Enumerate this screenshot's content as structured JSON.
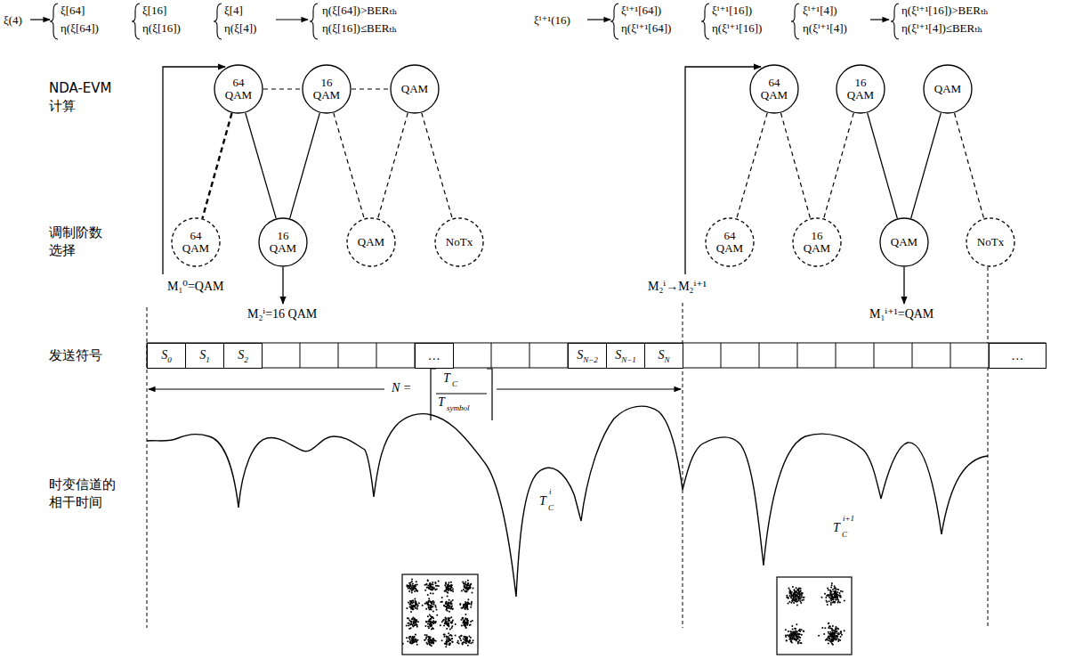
{
  "diagram": {
    "nodes": [
      {
        "text": [
          "64 QAM"
        ]
      },
      {
        "text": [
          "16 QAM"
        ]
      },
      {
        "text": [
          "QAM"
        ]
      },
      {
        "text": [
          "64 QAM"
        ]
      },
      {
        "text": [
          "16 QAM"
        ]
      },
      {
        "text": [
          "QAM"
        ]
      },
      {
        "text": [
          "NoTx"
        ]
      },
      {
        "text": [
          "64 QAM"
        ]
      },
      {
        "text": [
          "16 QAM"
        ]
      },
      {
        "text": [
          "QAM"
        ]
      },
      {
        "text": [
          "64 QAM"
        ]
      },
      {
        "text": [
          "16 QAM"
        ]
      },
      {
        "text": [
          "QAM"
        ]
      },
      {
        "text": [
          "NoTx"
        ]
      },
      {
        "text": [
          "S",
          "0"
        ]
      },
      {
        "text": [
          "S",
          "1"
        ]
      },
      {
        "text": [
          "S",
          "2"
        ]
      },
      {
        "text": [
          "…"
        ]
      },
      {
        "text": [
          "S",
          "N−2"
        ]
      },
      {
        "text": [
          "S",
          "N−1"
        ]
      },
      {
        "text": [
          "S",
          "N"
        ]
      },
      {
        "text": [
          "…"
        ]
      }
    ],
    "edges": [
      {
        "from": 0,
        "to": 3,
        "arrow": "none"
      },
      {
        "from": 0,
        "to": 4,
        "arrow": "none"
      },
      {
        "from": 1,
        "to": 4,
        "arrow": "none"
      },
      {
        "from": 1,
        "to": 5,
        "arrow": "none"
      },
      {
        "from": 2,
        "to": 5,
        "arrow": "none"
      },
      {
        "from": 2,
        "to": 6,
        "arrow": "none"
      },
      {
        "from": 0,
        "to": 1,
        "arrow": "none"
      },
      {
        "from": 1,
        "to": 2,
        "arrow": "none"
      },
      {
        "from": 7,
        "to": 10,
        "arrow": "none"
      },
      {
        "from": 7,
        "to": 11,
        "arrow": "none"
      },
      {
        "from": 8,
        "to": 11,
        "arrow": "none"
      },
      {
        "from": 8,
        "to": 12,
        "arrow": "none"
      },
      {
        "from": 9,
        "to": 12,
        "arrow": "none"
      },
      {
        "from": 9,
        "to": 13,
        "arrow": "none"
      }
    ],
    "labels": [
      "NDA-EVM 计算",
      "调制阶数 选择",
      "发送符号",
      "时变信道的 相干时间",
      "ξ(4)",
      "ξ[64]",
      "η(ξ[64])",
      "ξ[16]",
      "η(ξ[16])",
      "ξ[4]",
      "η(ξ[4])",
      "η(ξ[64])>BERₜₕ",
      "η(ξ[16])≤BERₜₕ",
      "ξⁱ⁺¹(16)",
      "ξⁱ⁺¹[64])",
      "η(ξⁱ⁺¹[64])",
      "ξⁱ⁺¹[16])",
      "η(ξⁱ⁺¹[16])",
      "ξⁱ⁺¹[4])",
      "η(ξⁱ⁺¹[4])",
      "η(ξⁱ⁺¹[16])>BERₜₕ",
      "η(ξⁱ⁺¹[4])≤BERₜₕ",
      "M₁⁰=QAM",
      "M₂ⁱ=16 QAM",
      "M₂ⁱ→M₂ⁱ⁺¹",
      "M₁ⁱ⁺¹=QAM",
      "N =",
      "T",
      "C",
      "T",
      "symbol",
      "T",
      "C",
      "i",
      "T",
      "C",
      "i+1"
    ]
  }
}
